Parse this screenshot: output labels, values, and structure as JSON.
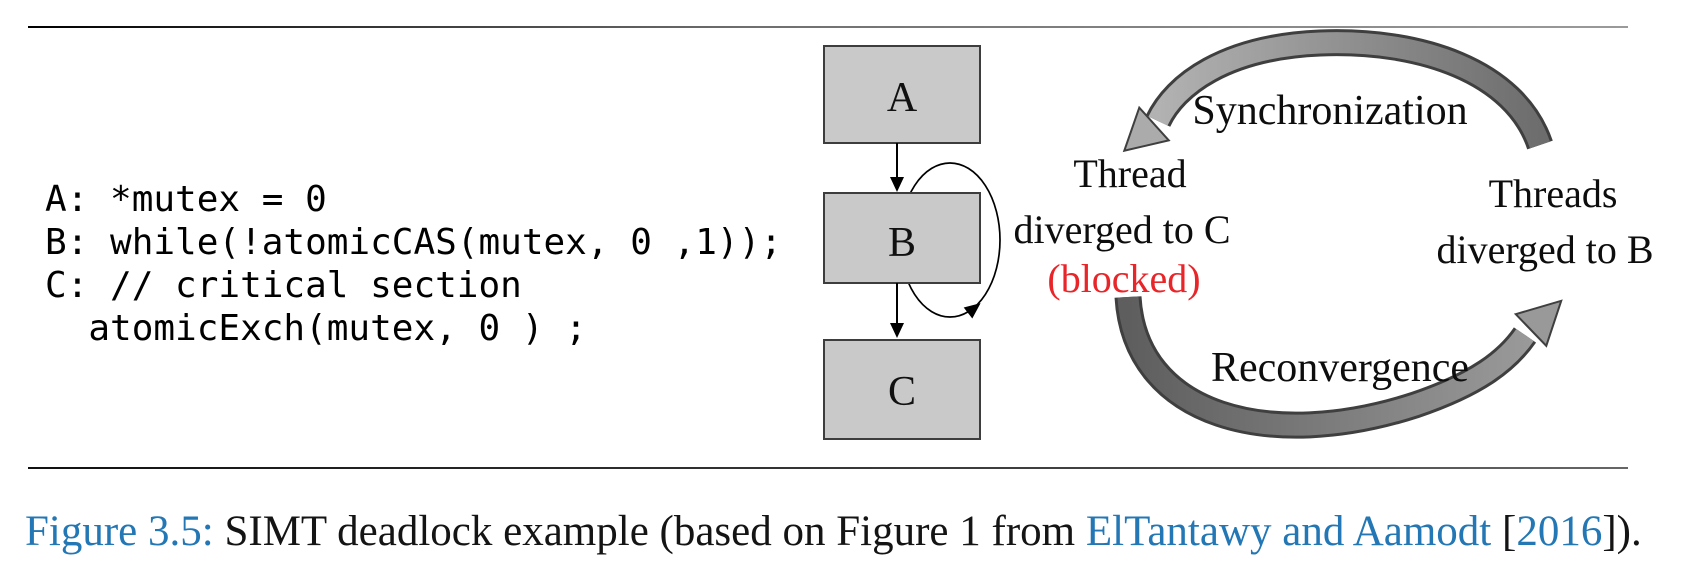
{
  "figure": {
    "code": {
      "lines": [
        "A: *mutex = 0",
        "B: while(!atomicCAS(mutex, 0 ,1));",
        "C: // critical section",
        "  atomicExch(mutex, 0 ) ;"
      ]
    },
    "flow_diagram": {
      "nodes": [
        {
          "label": "A"
        },
        {
          "label": "B"
        },
        {
          "label": "C"
        }
      ],
      "edges": [
        "A->B",
        "B->C",
        "B->B self loop"
      ],
      "box_fill": "#c9c9c9",
      "box_border": "#3d3d3d"
    },
    "cycle_diagram": {
      "top_arrow_label": "Synchronization",
      "bottom_arrow_label": "Reconvergence",
      "left_state": {
        "line1": "Thread",
        "line2": "diverged to C",
        "line3": "(blocked)",
        "blocked_color": "#e8262a"
      },
      "right_state": {
        "line1": "Threads",
        "line2": "diverged to B"
      },
      "arrow_gray_light": "#adadad",
      "arrow_gray_dark": "#6d6d6d"
    },
    "caption": {
      "parts": [
        {
          "text": "Figure 3.5: "
        },
        {
          "text": "SIMT deadlock example (based on Figure 1 from "
        },
        {
          "text": "ElTantawy and Aamodt"
        },
        {
          "text": " ["
        },
        {
          "text": "2016"
        },
        {
          "text": "])."
        }
      ],
      "link_blue": "#2377b4"
    }
  }
}
